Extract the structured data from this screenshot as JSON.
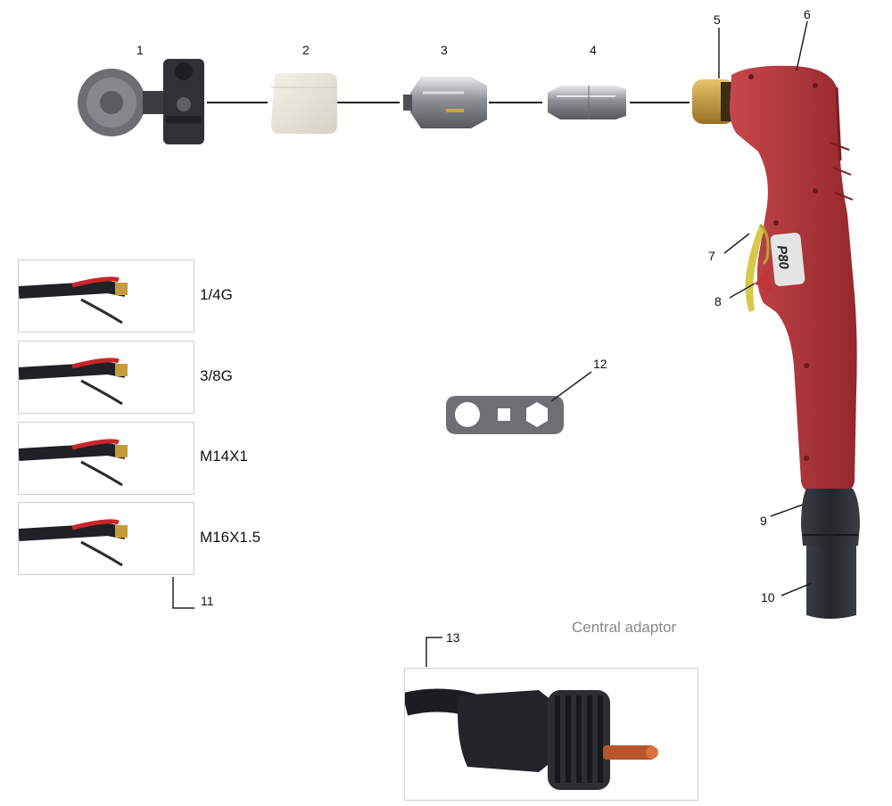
{
  "part_numbers": [
    "1",
    "2",
    "3",
    "4",
    "5",
    "6",
    "7",
    "8",
    "9",
    "10",
    "11",
    "12",
    "13"
  ],
  "torch_marking": "P80",
  "cable_options": [
    "1/4G",
    "3/8G",
    "M14X1",
    "M16X1.5"
  ],
  "central_adaptor": {
    "title": "Central adaptor"
  },
  "colors": {
    "torch_body": "#b23a3f",
    "brass": "#c79a3a",
    "trigger": "#d8c84a",
    "ceramic": "#e8e4da",
    "steel": "#a7a9ac",
    "rubber": "#2a2c30",
    "leader_line": "#222222"
  }
}
